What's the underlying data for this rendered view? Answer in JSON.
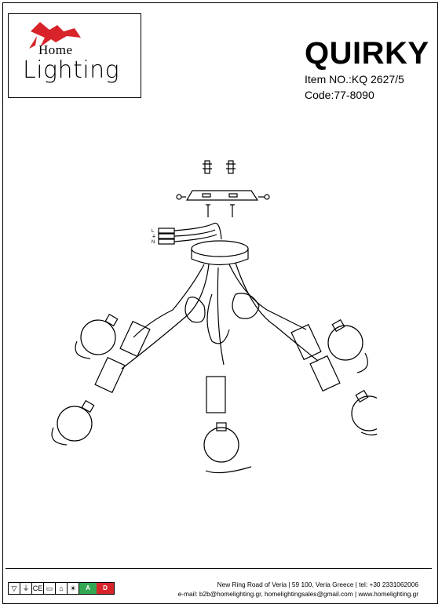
{
  "logo": {
    "line1": "Home",
    "line2": "Lighting",
    "accent_color": "#d8232a"
  },
  "product": {
    "name": "QUIRKY",
    "item_no": "Item NO.:KQ 2627/5",
    "code": "Code:77-8090"
  },
  "diagram": {
    "wire_labels": [
      "L",
      "⏚",
      "N"
    ]
  },
  "footer": {
    "address": "New Ring Road of Veria | 59 100, Veria Greece | tel: +30 2331062006",
    "contact": "e-mail: b2b@homelighting.gr, homelightingsales@gmail.com | www.homelighting.gr",
    "energy_labels": [
      "A",
      "D"
    ]
  }
}
